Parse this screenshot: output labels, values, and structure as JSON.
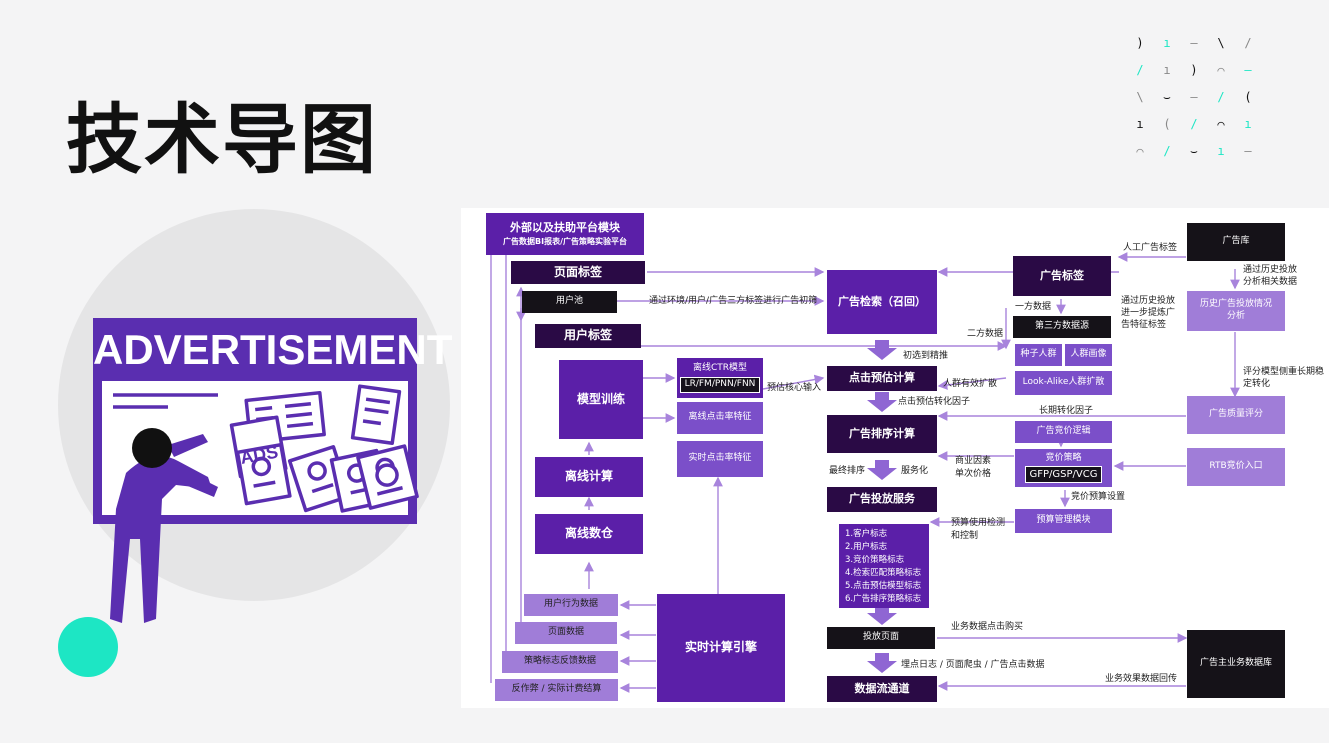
{
  "slide_title": "技术导图",
  "illustration": {
    "board_text": "ADVERTISEMENT",
    "sign_text": "ADS"
  },
  "decor_glyphs": [
    [
      ")",
      "ı",
      "–",
      "\\",
      "/"
    ],
    [
      "/",
      "ı",
      ")",
      "⌒",
      "–"
    ],
    [
      "\\",
      "⌣",
      "–",
      "/",
      "("
    ],
    [
      "ı",
      "(",
      "/",
      "⌒",
      "ı"
    ],
    [
      "⌒",
      "/",
      "⌣",
      "ı",
      "–"
    ]
  ],
  "colors": {
    "accent_teal": "#1de6c4",
    "purple": "#5b1fa8",
    "dark_purple": "#2a0a45",
    "light_purple": "#a07dd8"
  },
  "flow": {
    "external_module": {
      "title": "外部以及扶助平台模块",
      "subtitle": "广告数据BI报表/广告策略实验平台"
    },
    "page_tag": "页面标签",
    "user_pool": "用户池",
    "user_tag": "用户标签",
    "model_training": "模型训练",
    "offline_compute": "离线计算",
    "offline_warehouse": "离线数仓",
    "offline_ctr": {
      "title": "离线CTR模型",
      "pill": "LR/FM/PNN/FNN"
    },
    "offline_click_feature": "离线点击率特征",
    "realtime_click_feature": "实时点击率特征",
    "user_behavior_data": "用户行为数据",
    "page_data": "页面数据",
    "strategy_feedback_data": "策略标志反馈数据",
    "anti_cheat": "反作弊 / 实际计费结算",
    "realtime_engine": "实时计算引擎",
    "ad_retrieval": "广告检索（召回）",
    "click_predict": "点击预估计算",
    "ad_ranking": "广告排序计算",
    "ad_serving": "广告投放服务",
    "serving_list": [
      "1.客户标志",
      "2.用户标志",
      "3.竞价策略标志",
      "4.检索匹配策略标志",
      "5.点击预估模型标志",
      "6.广告排序策略标志"
    ],
    "serving_page": "投放页面",
    "data_pipeline": "数据流通道",
    "ad_tag": "广告标签",
    "third_party_data": "第三方数据源",
    "seed_crowd": "种子人群",
    "crowd_portrait": "人群画像",
    "lookalike": "Look-Alike人群扩散",
    "ad_bid_logic": "广告竞价逻辑",
    "bid_strategy": {
      "title": "竞价策略",
      "pill": "GFP/GSP/VCG"
    },
    "budget_module": "预算管理模块",
    "ad_library": "广告库",
    "history_analysis": "历史广告投放情况分析",
    "ad_quality_score": "广告质量评分",
    "rtb_entry": "RTB竞价入口",
    "advertiser_db": "广告主业务数据库",
    "labels": {
      "filter_by_env": "通过环境/用户/广告三方标签进行广告初筛",
      "core_input": "预估核心输入",
      "initial_to_fine": "初选到精推",
      "crowd_expand": "人群有效扩散",
      "click_conv_factor": "点击预估转化因子",
      "long_term_factor": "长期转化因子",
      "final_sort": "最终排序",
      "service": "服务化",
      "biz_factor": "商业因素",
      "unit_price": "单次价格",
      "bid_budget": "竞价预算设置",
      "budget_usage": "预算使用检测和控制",
      "biz_click_buy": "业务数据点击购买",
      "tracking_logs": "埋点日志 / 页面爬虫 / 广告点击数据",
      "biz_effect_return": "业务效果数据回传",
      "manual_ad_tag": "人工广告标签",
      "first_party": "一方数据",
      "second_party": "二方数据",
      "history_refine": "通过历史投放进一步提炼广告特征标签",
      "history_related": "通过历史投放分析相关数据",
      "score_model": "评分模型侧重长期稳定转化"
    }
  }
}
